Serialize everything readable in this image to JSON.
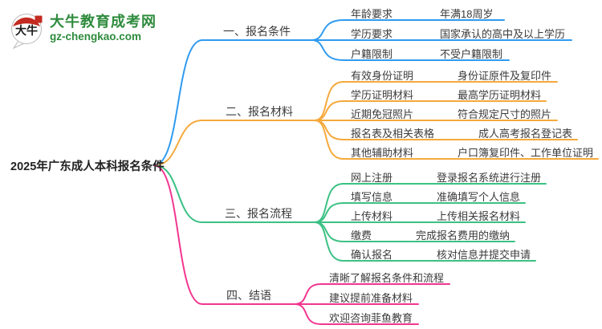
{
  "logo": {
    "site_name": "大牛教育成考网",
    "site_url": "gz-chengkao.com",
    "icon_text": "大牛",
    "brand_green": "#2e8b3d",
    "seal_red": "#c32a20"
  },
  "root": {
    "label": "2025年广东成人本科报名条件"
  },
  "branches": [
    {
      "label": "一、报名条件",
      "color": "#2f9bf0",
      "children": [
        {
          "label": "年龄要求",
          "value": "年满18周岁"
        },
        {
          "label": "学历要求",
          "value": "国家承认的高中及以上学历"
        },
        {
          "label": "户籍限制",
          "value": "不受户籍限制"
        }
      ]
    },
    {
      "label": "二、报名材料",
      "color": "#f5a93c",
      "children": [
        {
          "label": "有效身份证明",
          "value": "身份证原件及复印件"
        },
        {
          "label": "学历证明材料",
          "value": "最高学历证明材料"
        },
        {
          "label": "近期免冠照片",
          "value": "符合规定尺寸的照片"
        },
        {
          "label": "报名表及相关表格",
          "value": "成人高考报名登记表"
        },
        {
          "label": "其他辅助材料",
          "value": "户口簿复印件、工作单位证明"
        }
      ]
    },
    {
      "label": "三、报名流程",
      "color": "#3cc184",
      "children": [
        {
          "label": "网上注册",
          "value": "登录报名系统进行注册"
        },
        {
          "label": "填写信息",
          "value": "准确填写个人信息"
        },
        {
          "label": "上传材料",
          "value": "上传相关报名材料"
        },
        {
          "label": "缴费",
          "value": "完成报名费用的缴纳"
        },
        {
          "label": "确认报名",
          "value": "核对信息并提交申请"
        }
      ]
    },
    {
      "label": "四、结语",
      "color": "#f2368f",
      "children": [
        {
          "label": "清晰了解报名条件和流程"
        },
        {
          "label": "建议提前准备材料"
        },
        {
          "label": "欢迎咨询菲鱼教育"
        }
      ]
    }
  ]
}
